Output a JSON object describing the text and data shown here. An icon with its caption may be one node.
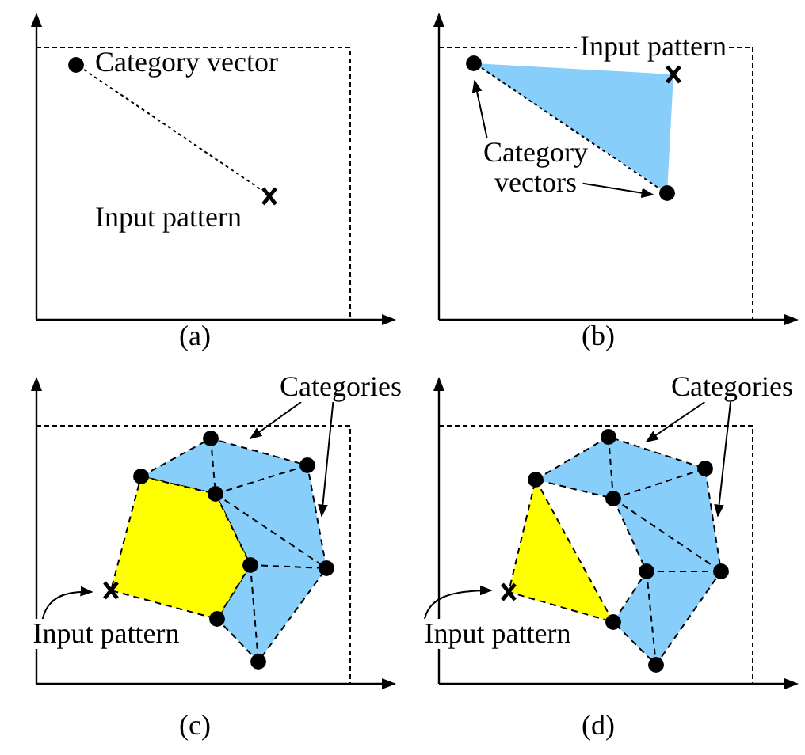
{
  "diagram": {
    "nodes": [
      {
        "text": [],
        "shape": "circle"
      },
      {
        "text": [],
        "shape": "cross"
      },
      {
        "text": [
          "Category vectors"
        ]
      },
      {
        "text": [],
        "shape": "circle"
      },
      {
        "text": [],
        "shape": "circle"
      },
      {
        "text": [],
        "shape": "cross"
      },
      {
        "text": [
          "Categories"
        ]
      },
      {
        "text": [],
        "shape": "polygon"
      },
      {
        "text": [
          "Input pattern"
        ]
      },
      {
        "text": [],
        "shape": "cross"
      },
      {
        "text": [
          "Categories"
        ]
      },
      {
        "text": [],
        "shape": "polygon"
      },
      {
        "text": [
          "Input pattern"
        ]
      },
      {
        "text": [],
        "shape": "cross"
      }
    ],
    "edges": [
      {
        "from": 0,
        "to": 1,
        "arrow": "none",
        "style": "dashed"
      },
      {
        "from": 2,
        "to": 3,
        "arrow": "to"
      },
      {
        "from": 2,
        "to": 4,
        "arrow": "to"
      },
      {
        "from": 3,
        "to": 4,
        "arrow": "none",
        "style": "dashed"
      },
      {
        "from": 6,
        "to": 7,
        "arrow": "to"
      },
      {
        "from": 6,
        "to": 7,
        "arrow": "to"
      },
      {
        "from": 8,
        "to": 9,
        "arrow": "to"
      },
      {
        "from": 10,
        "to": 11,
        "arrow": "to"
      },
      {
        "from": 10,
        "to": 11,
        "arrow": "to"
      },
      {
        "from": 12,
        "to": 13,
        "arrow": "to"
      }
    ],
    "labels": [
      "Category vector",
      "Input pattern",
      "(a)",
      "Input pattern",
      "(b)",
      "(c)",
      "(d)"
    ]
  }
}
